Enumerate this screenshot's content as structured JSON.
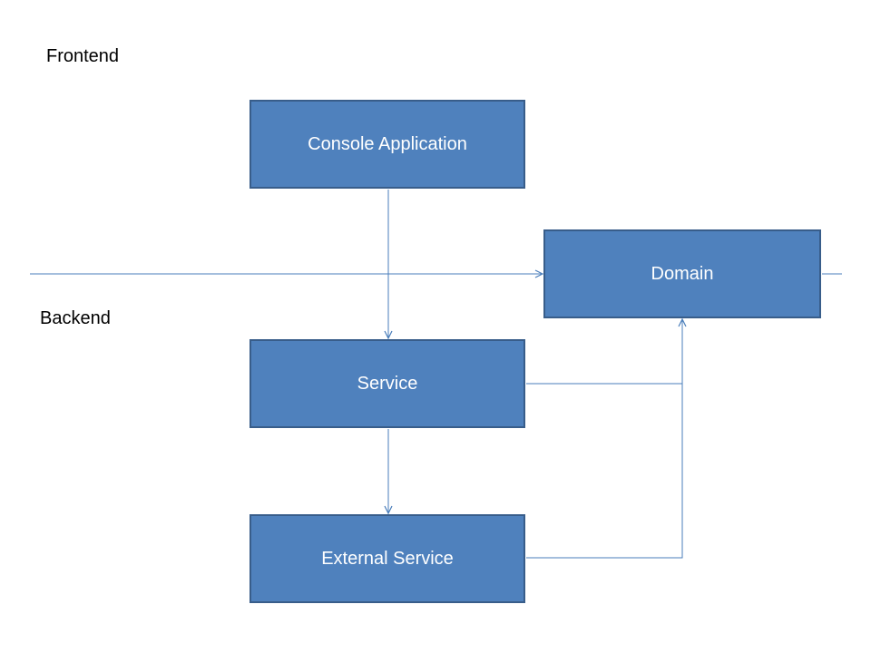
{
  "labels": {
    "frontend": "Frontend",
    "backend": "Backend"
  },
  "nodes": {
    "console_application": "Console Application",
    "domain": "Domain",
    "service": "Service",
    "external_service": "External Service"
  },
  "colors": {
    "box_fill": "#4f81bd",
    "box_border": "#385d8a",
    "connector": "#4a7ebb",
    "label_text": "#000000",
    "box_text": "#ffffff"
  }
}
